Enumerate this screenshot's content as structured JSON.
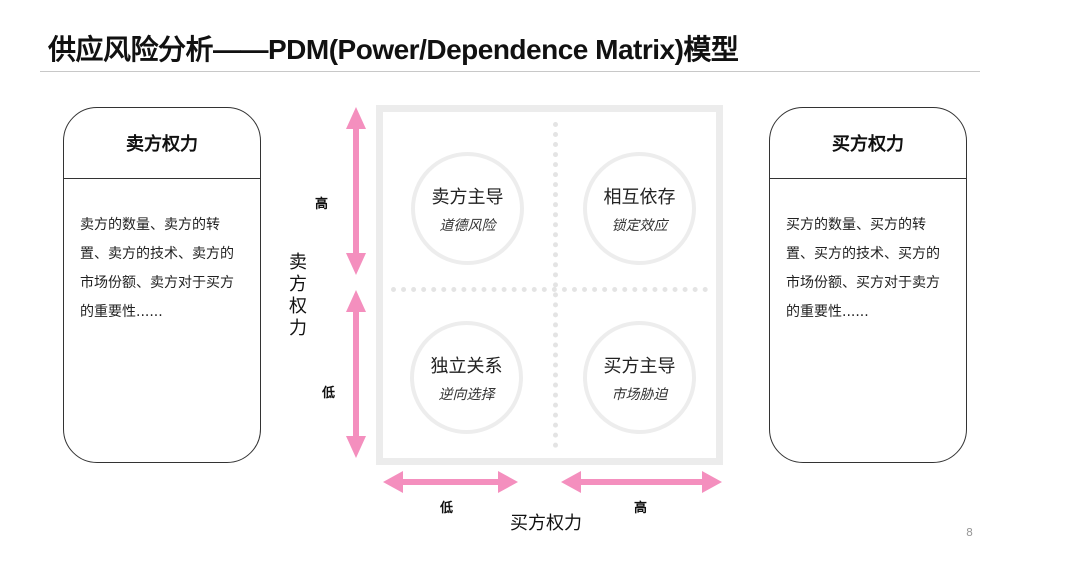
{
  "slide": {
    "title": "供应风险分析——PDM(Power/Dependence Matrix)模型",
    "page_number": "8"
  },
  "left_card": {
    "heading": "卖方权力",
    "body": "卖方的数量、卖方的转置、卖方的技术、卖方的市场份额、卖方对于买方的重要性......"
  },
  "right_card": {
    "heading": "买方权力",
    "body": "买方的数量、买方的转置、买方的技术、买方的市场份额、买方对于卖方的重要性......"
  },
  "matrix": {
    "quadrants": [
      {
        "position": "top-left",
        "main": "卖方主导",
        "sub": "道德风险"
      },
      {
        "position": "top-right",
        "main": "相互依存",
        "sub": "锁定效应"
      },
      {
        "position": "bottom-left",
        "main": "独立关系",
        "sub": "逆向选择"
      },
      {
        "position": "bottom-right",
        "main": "买方主导",
        "sub": "市场胁迫"
      }
    ],
    "y_axis": {
      "title": "卖方权力",
      "high": "高",
      "low": "低"
    },
    "x_axis": {
      "title": "买方权力",
      "low": "低",
      "high": "高"
    },
    "arrow_color": "#f48fbe",
    "frame_color": "#ececec"
  }
}
